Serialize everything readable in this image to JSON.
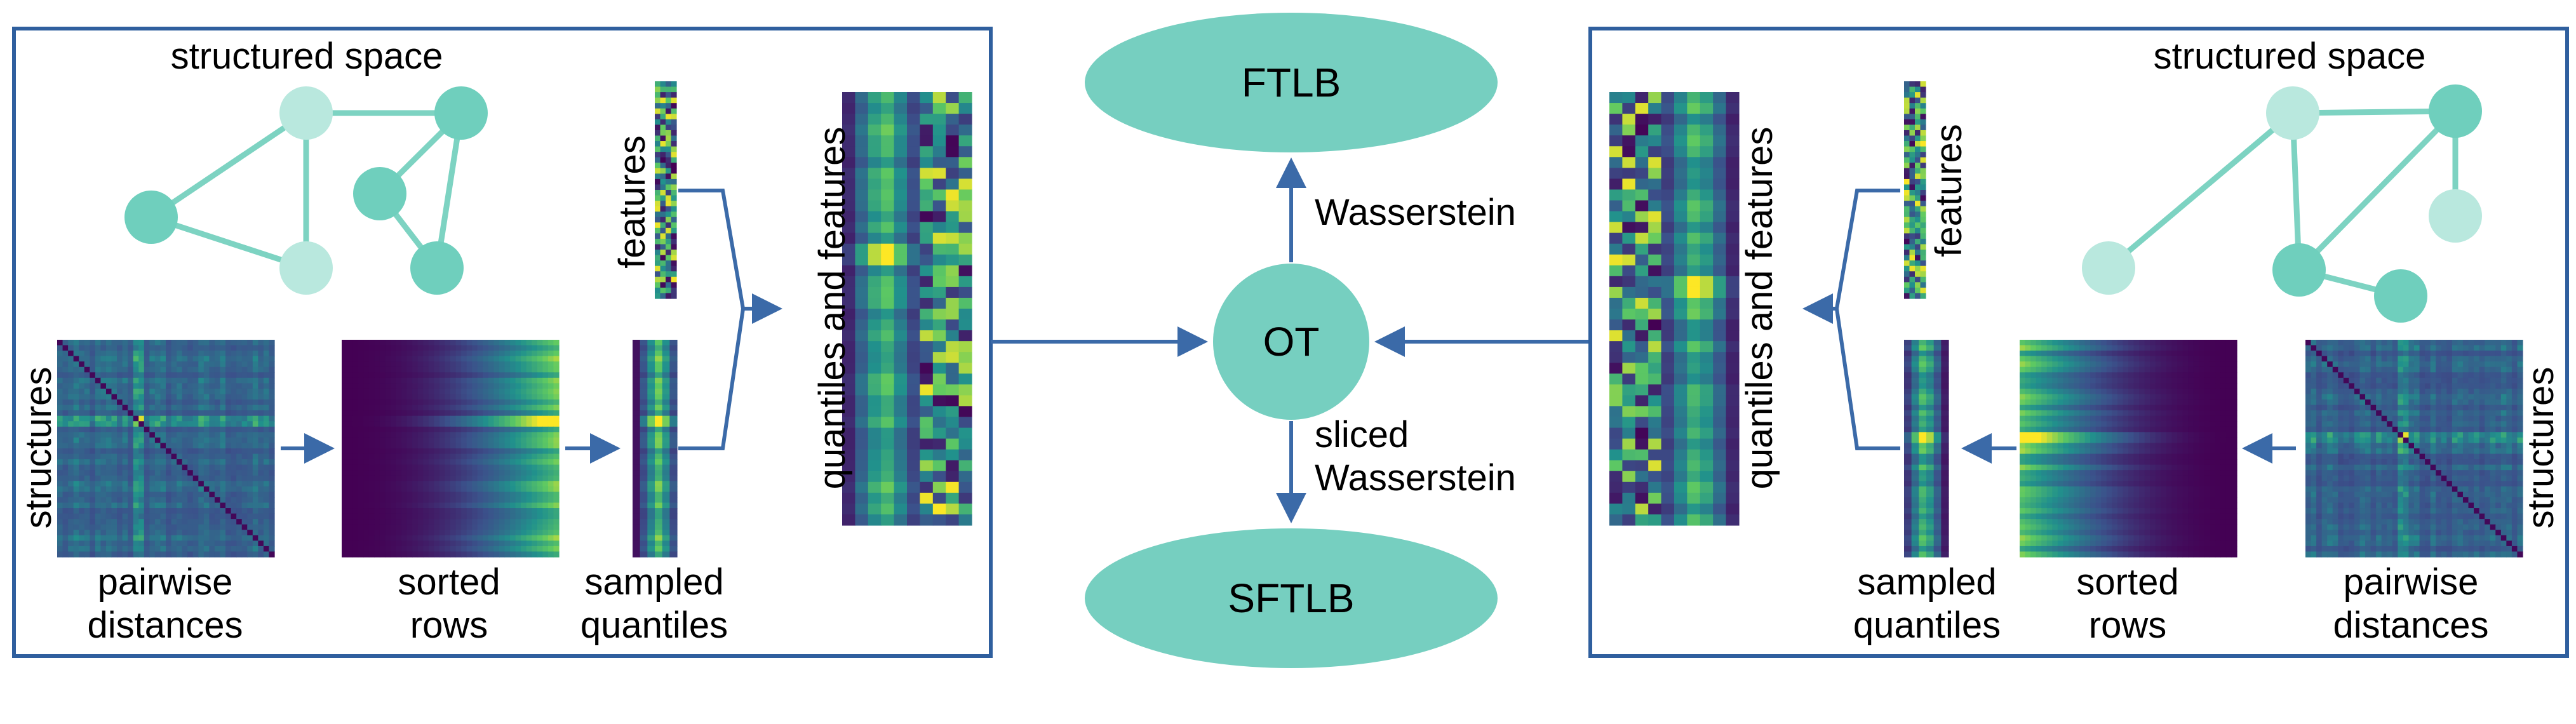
{
  "colors": {
    "frame": "#2f5f9e",
    "arrow": "#3b6aa8",
    "node_dark": "#6fcfbd",
    "node_light": "#b9e8de",
    "edge": "#7dd3c2",
    "oval": "#76cfc0",
    "viridis": [
      "#440154",
      "#3b528b",
      "#21918c",
      "#5ec962",
      "#fde725"
    ]
  },
  "ovals": {
    "top": "FTLB",
    "center": "OT",
    "bottom": "SFTLB"
  },
  "arrows": {
    "up": "Wasserstein",
    "down_line1": "sliced",
    "down_line2": "Wasserstein"
  },
  "left_panel": {
    "title": "structured space",
    "features": "features",
    "structures": "structures",
    "quantiles_features": "quantiles and features",
    "pairwise": [
      "pairwise",
      "distances"
    ],
    "sorted": [
      "sorted",
      "rows"
    ],
    "sampled": [
      "sampled",
      "quantiles"
    ]
  },
  "right_panel": {
    "title": "structured space",
    "features": "features",
    "structures": "structures",
    "quantiles_features": "quantiles and features",
    "pairwise": [
      "pairwise",
      "distances"
    ],
    "sorted": [
      "sorted",
      "rows"
    ],
    "sampled": [
      "sampled",
      "quantiles"
    ]
  }
}
